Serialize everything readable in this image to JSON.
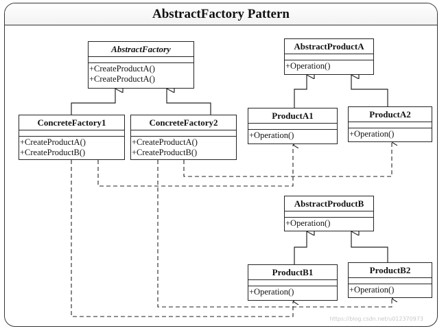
{
  "title": "AbstractFactory Pattern",
  "classes": {
    "abstract_factory": {
      "name": "AbstractFactory",
      "ops": [
        "+CreateProductA()",
        "+CreateProductA()"
      ]
    },
    "concrete_factory1": {
      "name": "ConcreteFactory1",
      "ops": [
        "+CreateProductA()",
        "+CreateProductB()"
      ]
    },
    "concrete_factory2": {
      "name": "ConcreteFactory2",
      "ops": [
        "+CreateProductA()",
        "+CreateProductB()"
      ]
    },
    "abstract_product_a": {
      "name": "AbstractProductA",
      "ops": [
        "+Operation()"
      ]
    },
    "product_a1": {
      "name": "ProductA1",
      "ops": [
        "+Operation()"
      ]
    },
    "product_a2": {
      "name": "ProductA2",
      "ops": [
        "+Operation()"
      ]
    },
    "abstract_product_b": {
      "name": "AbstractProductB",
      "ops": [
        "+Operation()"
      ]
    },
    "product_b1": {
      "name": "ProductB1",
      "ops": [
        "+Operation()"
      ]
    },
    "product_b2": {
      "name": "ProductB2",
      "ops": [
        "+Operation()"
      ]
    }
  },
  "relations": {
    "inheritance": [
      [
        "concrete_factory1",
        "abstract_factory"
      ],
      [
        "concrete_factory2",
        "abstract_factory"
      ],
      [
        "product_a1",
        "abstract_product_a"
      ],
      [
        "product_a2",
        "abstract_product_a"
      ],
      [
        "product_b1",
        "abstract_product_b"
      ],
      [
        "product_b2",
        "abstract_product_b"
      ]
    ],
    "dependency": [
      [
        "concrete_factory1",
        "product_a1"
      ],
      [
        "concrete_factory2",
        "product_a2"
      ],
      [
        "concrete_factory1",
        "product_b1"
      ],
      [
        "concrete_factory2",
        "product_b2"
      ]
    ]
  },
  "colors": {
    "line": "#222222",
    "background": "#ffffff"
  },
  "watermark": "https://blog.csdn.net/u012370973"
}
